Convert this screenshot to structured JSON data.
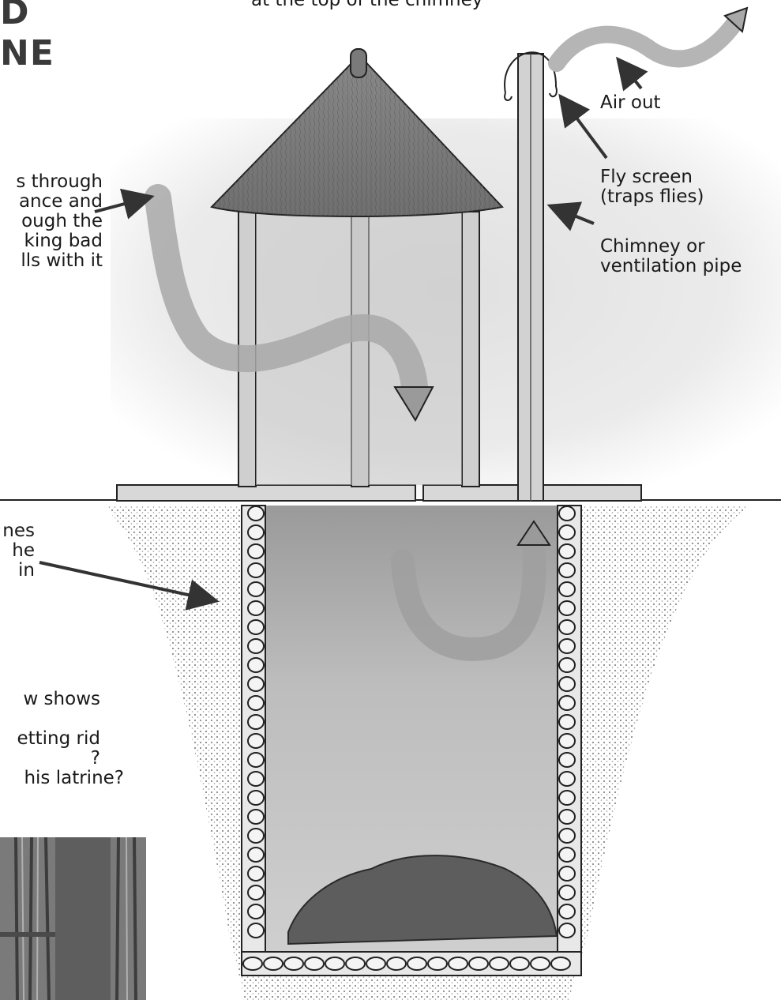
{
  "diagram": {
    "title_line_1": "D",
    "title_line_2": "NE",
    "top_caption": "at the top of the chimney",
    "labels": {
      "air_out": "Air  out",
      "fly_screen_1": "Fly screen",
      "fly_screen_2": "(traps flies)",
      "chimney_1": "Chimney or",
      "chimney_2": "ventilation pipe",
      "air_in_1": "s through",
      "air_in_2": "ance and",
      "air_in_3": "ough the",
      "air_in_4": "king bad",
      "air_in_5": "lls with it",
      "stones_1": "nes",
      "stones_2": "he",
      "stones_3": "in"
    },
    "questions": {
      "q1": "w shows",
      "q2": "etting rid",
      "q3": "?",
      "q4": "his latrine?"
    }
  }
}
